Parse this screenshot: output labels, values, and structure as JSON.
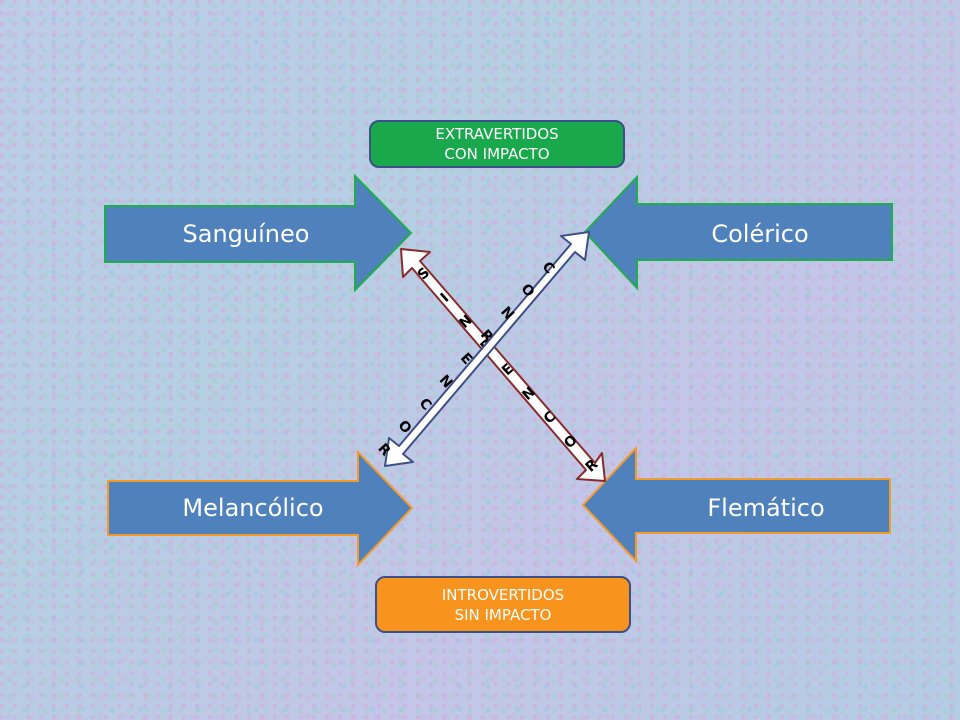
{
  "boxes": {
    "top": {
      "line1": "EXTRAVERTIDOS",
      "line2": "CON IMPACTO"
    },
    "bottom": {
      "line1": "INTROVERTIDOS",
      "line2": "SIN IMPACTO"
    }
  },
  "temperaments": {
    "sanguineo": "Sanguíneo",
    "colerico": "Colérico",
    "melancolico": "Melancólico",
    "flematico": "Flemático"
  },
  "diagonals": {
    "sin_rencor": [
      "S",
      "I",
      "N",
      "R",
      "E",
      "N",
      "C",
      "O",
      "R"
    ],
    "con_rencor": [
      "C",
      "O",
      "N",
      "R",
      "E",
      "N",
      "C",
      "O",
      "R"
    ]
  },
  "colors": {
    "arrow_fill": "#4f81bd",
    "top_border": "#1fae4c",
    "bottom_border": "#f39a2d",
    "extravertidos": "#19a84b",
    "introvertidos": "#f8931e",
    "rencor_edge": "#8b2a2a",
    "outline": "#3c4f86"
  }
}
